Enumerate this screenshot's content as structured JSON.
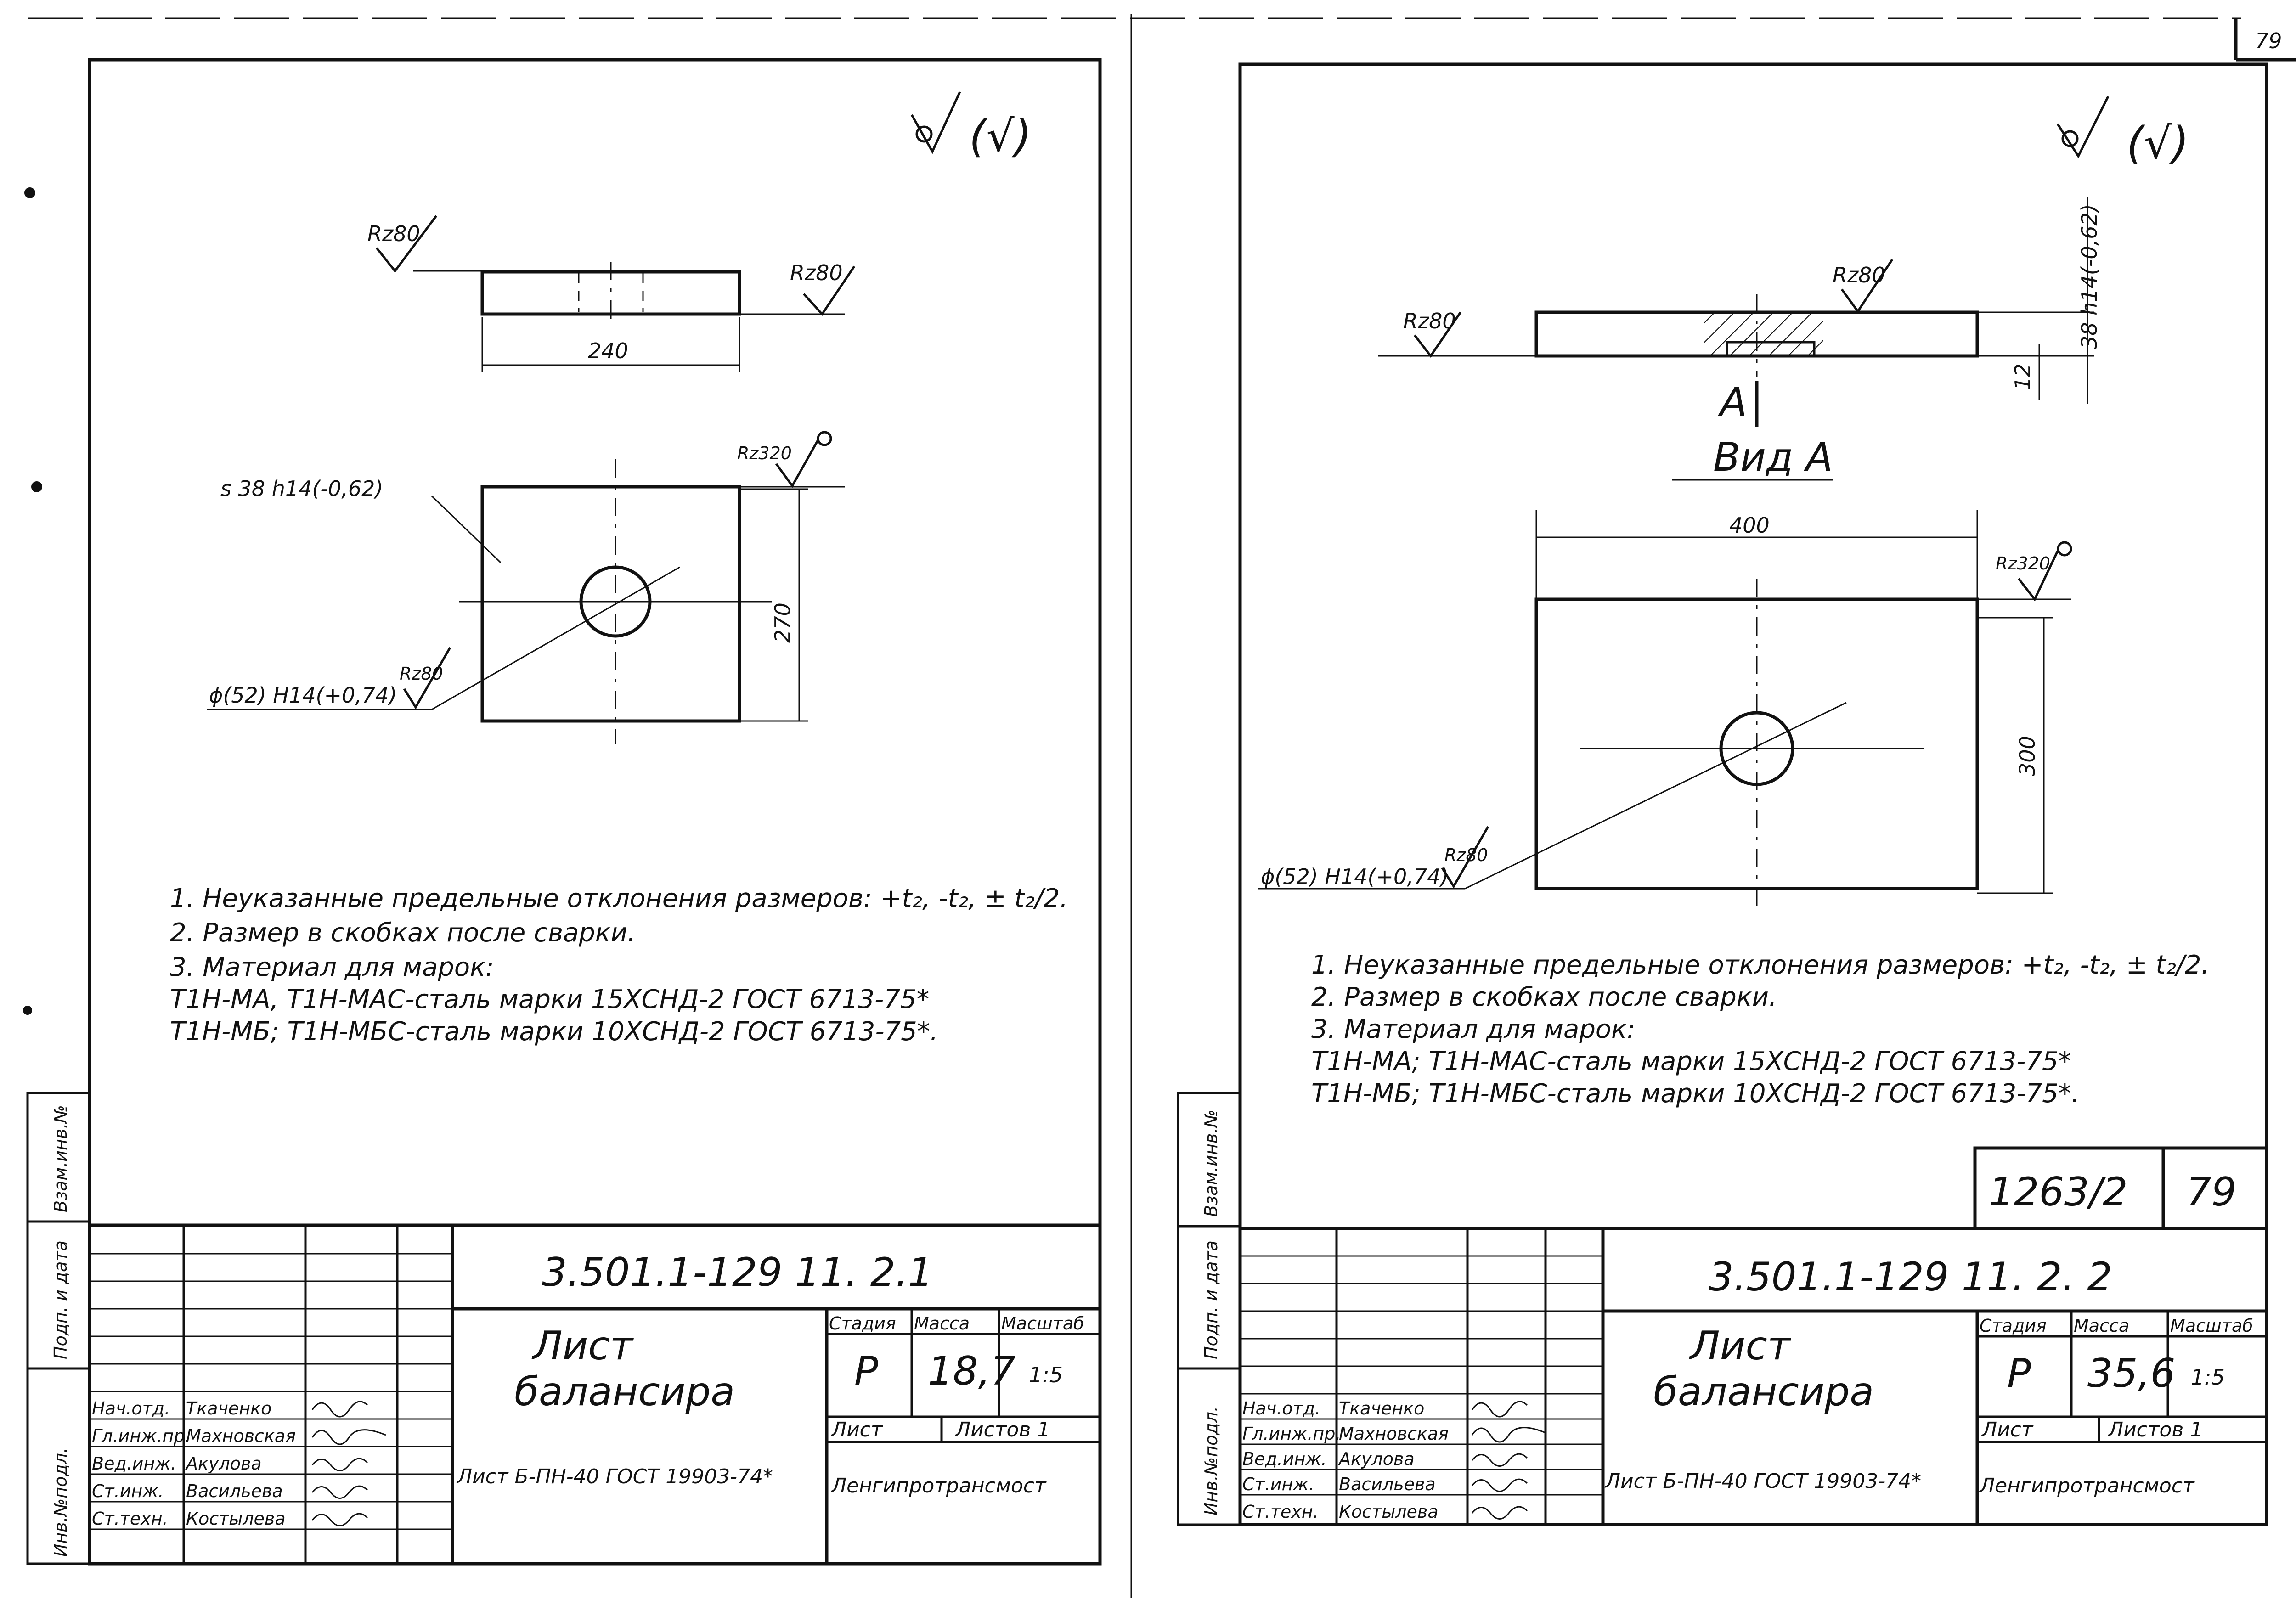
{
  "page_number": "79",
  "sheets": [
    {
      "roughness_symbol": "(√)",
      "rz_top_left": "Rz80",
      "rz_top_right": "Rz80",
      "dim_width": "240",
      "thickness_label": "s 38 h14(-0,62)",
      "rz_plan": "Rz320",
      "dim_height": "270",
      "hole_label": "ϕ(52) H14(+0,74)",
      "rz_hole": "Rz80",
      "notes": [
        "1. Неуказанные предельные отклонения размеров: +t₂, -t₂, ± t₂/2.",
        "2. Размер в скобках после сварки.",
        "3. Материал для марок:",
        "Т1Н-МА, Т1Н-МАС-сталь марки 15ХСНД-2 ГОСТ 6713-75*",
        "Т1Н-МБ; Т1Н-МБС-сталь марки 10ХСНД-2 ГОСТ 6713-75*."
      ],
      "side_labels": [
        "Инв.№подл.",
        "Подп. и дата",
        "Взам.инв.№"
      ],
      "doc_code": "3.501.1-129 11. 2.1",
      "title_line1": "Лист",
      "title_line2": "балансира",
      "col_stage": "Стадия",
      "col_mass": "Масса",
      "col_scale": "Масштаб",
      "stage": "Р",
      "mass": "18,7",
      "scale": "1:5",
      "sheet_label": "Лист",
      "sheets_label": "Листов 1",
      "sheet_ref": "Лист Б-ПН-40 ГОСТ 19903-74*",
      "org": "Ленгипротрансмост",
      "staff": [
        {
          "role": "Нач.отд.",
          "name": "Ткаченко"
        },
        {
          "role": "Гл.инж.пр.",
          "name": "Махновская"
        },
        {
          "role": "Вед.инж.",
          "name": "Акулова"
        },
        {
          "role": "Ст.инж.",
          "name": "Васильева"
        },
        {
          "role": "Ст.техн.",
          "name": "Костылева"
        }
      ]
    },
    {
      "roughness_symbol": "(√)",
      "rz_top_left": "Rz80",
      "rz_top_right": "Rz80",
      "thickness_label": "38 h14(-0,62)",
      "dim_12": "12",
      "section_label": "А",
      "view_label": "Вид А",
      "dim_width": "400",
      "rz_plan": "Rz320",
      "dim_height": "300",
      "hole_label": "ϕ(52) H14(+0,74)",
      "rz_hole": "Rz80",
      "notes": [
        "1. Неуказанные предельные отклонения размеров: +t₂, -t₂, ± t₂/2.",
        "2. Размер в скобках после сварки.",
        "3. Материал для марок:",
        "Т1Н-МА; Т1Н-МАС-сталь марки 15ХСНД-2 ГОСТ 6713-75*",
        "Т1Н-МБ; Т1Н-МБС-сталь марки 10ХСНД-2 ГОСТ 6713-75*."
      ],
      "ref_box": "1263/2",
      "ref_page": "79",
      "side_labels": [
        "Инв.№подл.",
        "Подп. и дата",
        "Взам.инв.№"
      ],
      "doc_code": "3.501.1-129 11. 2. 2",
      "title_line1": "Лист",
      "title_line2": "балансира",
      "col_stage": "Стадия",
      "col_mass": "Масса",
      "col_scale": "Масштаб",
      "stage": "Р",
      "mass": "35,6",
      "scale": "1:5",
      "sheet_label": "Лист",
      "sheets_label": "Листов 1",
      "sheet_ref": "Лист Б-ПН-40 ГОСТ 19903-74*",
      "org": "Ленгипротрансмост",
      "staff": [
        {
          "role": "Нач.отд.",
          "name": "Ткаченко"
        },
        {
          "role": "Гл.инж.пр.",
          "name": "Махновская"
        },
        {
          "role": "Вед.инж.",
          "name": "Акулова"
        },
        {
          "role": "Ст.инж.",
          "name": "Васильева"
        },
        {
          "role": "Ст.техн.",
          "name": "Костылева"
        }
      ]
    }
  ]
}
